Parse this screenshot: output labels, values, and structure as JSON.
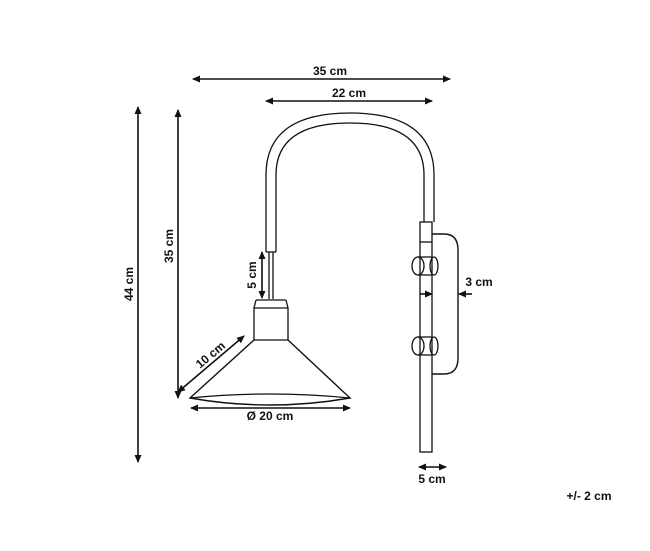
{
  "dimensions": {
    "total_width": "35 cm",
    "arm_width": "22 cm",
    "total_height": "44 cm",
    "arm_height": "35 cm",
    "rod_length": "5 cm",
    "shade_slant": "10 cm",
    "shade_diameter": "Ø 20 cm",
    "plate_depth": "3 cm",
    "cord_width": "5 cm"
  },
  "tolerance": "+/- 2 cm",
  "colors": {
    "line": "#111111",
    "background": "#ffffff"
  }
}
